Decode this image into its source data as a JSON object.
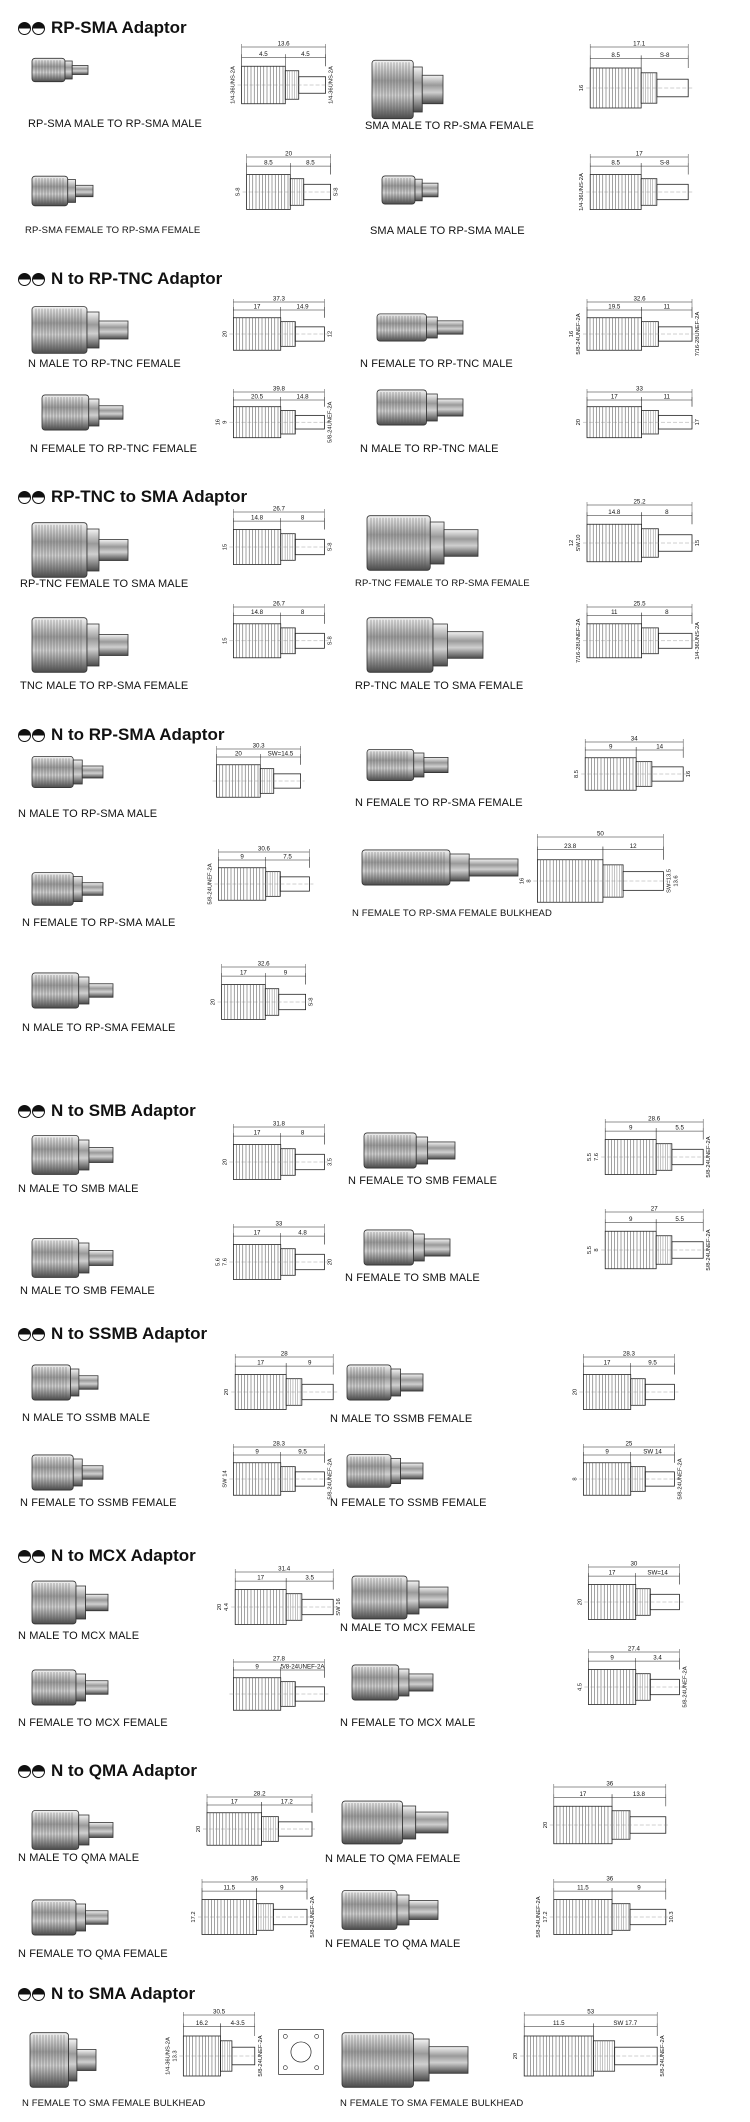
{
  "sections": [
    {
      "title": "RP-SMA Adaptor",
      "items": [
        {
          "caption": "RP-SMA MALE TO RP-SMA MALE",
          "dims": [
            "13.6",
            "4.5",
            "4.5",
            "1/4-36UNS-2A",
            "1/4-36UNS-2A"
          ]
        },
        {
          "caption": "SMA MALE TO RP-SMA FEMALE",
          "dims": [
            "17.1",
            "8.5",
            "S-8",
            "16"
          ]
        },
        {
          "caption": "RP-SMA FEMALE TO RP-SMA FEMALE",
          "dims": [
            "20",
            "8.5",
            "8.5",
            "S-8",
            "S-8"
          ]
        },
        {
          "caption": "SMA MALE TO RP-SMA MALE",
          "dims": [
            "17",
            "8.5",
            "S-8",
            "1/4-36UNS-2A"
          ]
        }
      ]
    },
    {
      "title": "N to RP-TNC Adaptor",
      "items": [
        {
          "caption": "N MALE TO RP-TNC FEMALE",
          "dims": [
            "37.3",
            "17",
            "14.9",
            "20",
            "12"
          ]
        },
        {
          "caption": "N FEMALE TO RP-TNC MALE",
          "dims": [
            "32.6",
            "19.5",
            "11",
            "5/8-24UNEF-2A",
            "7/16-28UNEF-2A",
            "16"
          ]
        },
        {
          "caption": "N FEMALE TO RP-TNC FEMALE",
          "dims": [
            "39.8",
            "20.5",
            "14.8",
            "9",
            "5/8-24UNEF-2A",
            "16"
          ]
        },
        {
          "caption": "N MALE TO RP-TNC MALE",
          "dims": [
            "33",
            "17",
            "11",
            "20",
            "17"
          ]
        }
      ]
    },
    {
      "title": "RP-TNC to SMA Adaptor",
      "items": [
        {
          "caption": "RP-TNC FEMALE TO SMA MALE",
          "dims": [
            "26.7",
            "14.8",
            "8",
            "15",
            "S-8"
          ]
        },
        {
          "caption": "RP-TNC FEMALE TO RP-SMA FEMALE",
          "dims": [
            "25.2",
            "14.8",
            "8",
            "SW.10",
            "15",
            "12"
          ]
        },
        {
          "caption": "TNC MALE TO RP-SMA FEMALE",
          "dims": [
            "26.7",
            "14.8",
            "8",
            "15",
            "S-8"
          ]
        },
        {
          "caption": "RP-TNC MALE TO SMA FEMALE",
          "dims": [
            "25.5",
            "11",
            "8",
            "7/16-28UNEF-2A",
            "1/4-36UNS-2A"
          ]
        }
      ]
    },
    {
      "title": "N to RP-SMA Adaptor",
      "items": [
        {
          "caption": "N MALE TO RP-SMA MALE",
          "dims": [
            "30.3",
            "20",
            "SW=14.5"
          ]
        },
        {
          "caption": "N FEMALE TO RP-SMA FEMALE",
          "dims": [
            "34",
            "9",
            "14",
            "8.5",
            "16"
          ]
        },
        {
          "caption": "N FEMALE TO RP-SMA MALE",
          "dims": [
            "30.6",
            "9",
            "7.5",
            "5/8-24UNEF-2A"
          ]
        },
        {
          "caption": "N FEMALE TO RP-SMA FEMALE BULKHEAD",
          "dims": [
            "50",
            "23.8",
            "12",
            "8",
            "SW=13.5",
            "16",
            "13.6"
          ]
        },
        {
          "caption": "N MALE TO RP-SMA FEMALE",
          "dims": [
            "32.6",
            "17",
            "9",
            "20",
            "S-8"
          ]
        }
      ]
    },
    {
      "title": "N to SMB Adaptor",
      "items": [
        {
          "caption": "N MALE TO SMB MALE",
          "dims": [
            "31.8",
            "17",
            "8",
            "20",
            "3.5"
          ]
        },
        {
          "caption": "N FEMALE TO SMB FEMALE",
          "dims": [
            "28.6",
            "9",
            "5.5",
            "7.6",
            "5/8-24UNEF-2A",
            "5.5"
          ]
        },
        {
          "caption": "N MALE TO SMB FEMALE",
          "dims": [
            "33",
            "17",
            "4.8",
            "7.6",
            "20",
            "5.6"
          ]
        },
        {
          "caption": "N FEMALE TO SMB MALE",
          "dims": [
            "27",
            "9",
            "5.5",
            "8",
            "5/8-24UNEF-2A",
            "5.5"
          ]
        }
      ]
    },
    {
      "title": "N to SSMB Adaptor",
      "items": [
        {
          "caption": "N MALE TO SSMB MALE",
          "dims": [
            "28",
            "17",
            "9",
            "20"
          ]
        },
        {
          "caption": "N MALE TO SSMB FEMALE",
          "dims": [
            "28.3",
            "17",
            "9.5",
            "20"
          ]
        },
        {
          "caption": "N FEMALE TO SSMB FEMALE",
          "dims": [
            "28.3",
            "9",
            "9.5",
            "SW 14",
            "5/8-24UNEF-2A"
          ]
        },
        {
          "caption": "N FEMALE TO SSMB FEMALE",
          "dims": [
            "25",
            "9",
            "SW 14",
            "8",
            "5/8-24UNEF-2A"
          ]
        }
      ]
    },
    {
      "title": "N to MCX Adaptor",
      "items": [
        {
          "caption": "N MALE TO MCX MALE",
          "dims": [
            "31.4",
            "17",
            "3.5",
            "4.4",
            "SW 16",
            "20"
          ]
        },
        {
          "caption": "N MALE TO MCX FEMALE",
          "dims": [
            "30",
            "17",
            "SW=14",
            "20"
          ]
        },
        {
          "caption": "N FEMALE TO MCX FEMALE",
          "dims": [
            "27.8",
            "9",
            "5/8-24UNEF-2A"
          ]
        },
        {
          "caption": "N FEMALE TO MCX MALE",
          "dims": [
            "27.4",
            "9",
            "3.4",
            "4.5",
            "5/8-24UNEF-2A"
          ]
        }
      ]
    },
    {
      "title": "N to QMA Adaptor",
      "items": [
        {
          "caption": "N MALE TO QMA MALE",
          "dims": [
            "28.2",
            "17",
            "17.2",
            "20"
          ]
        },
        {
          "caption": "N MALE TO QMA FEMALE",
          "dims": [
            "36",
            "17",
            "13.8",
            "20"
          ]
        },
        {
          "caption": "N FEMALE TO QMA FEMALE",
          "dims": [
            "36",
            "11.5",
            "9",
            "17.2",
            "5/8-24UNEF-2A"
          ]
        },
        {
          "caption": "N FEMALE TO QMA MALE",
          "dims": [
            "36",
            "11.5",
            "9",
            "17.2",
            "10.3",
            "5/8-24UNEF-2A"
          ]
        }
      ]
    },
    {
      "title": "N to SMA Adaptor",
      "items": [
        {
          "caption": "N FEMALE TO SMA FEMALE BULKHEAD",
          "dims": [
            "30.5",
            "16.2",
            "4-3.5",
            "13.3",
            "5/8-24UNEF-2A",
            "1/4-36UNS-2A"
          ]
        },
        {
          "caption": "N FEMALE TO SMA FEMALE BULKHEAD",
          "dims": [
            "53",
            "11.5",
            "SW 17.7",
            "20",
            "5/8-24UNEF-2A"
          ]
        }
      ]
    }
  ]
}
